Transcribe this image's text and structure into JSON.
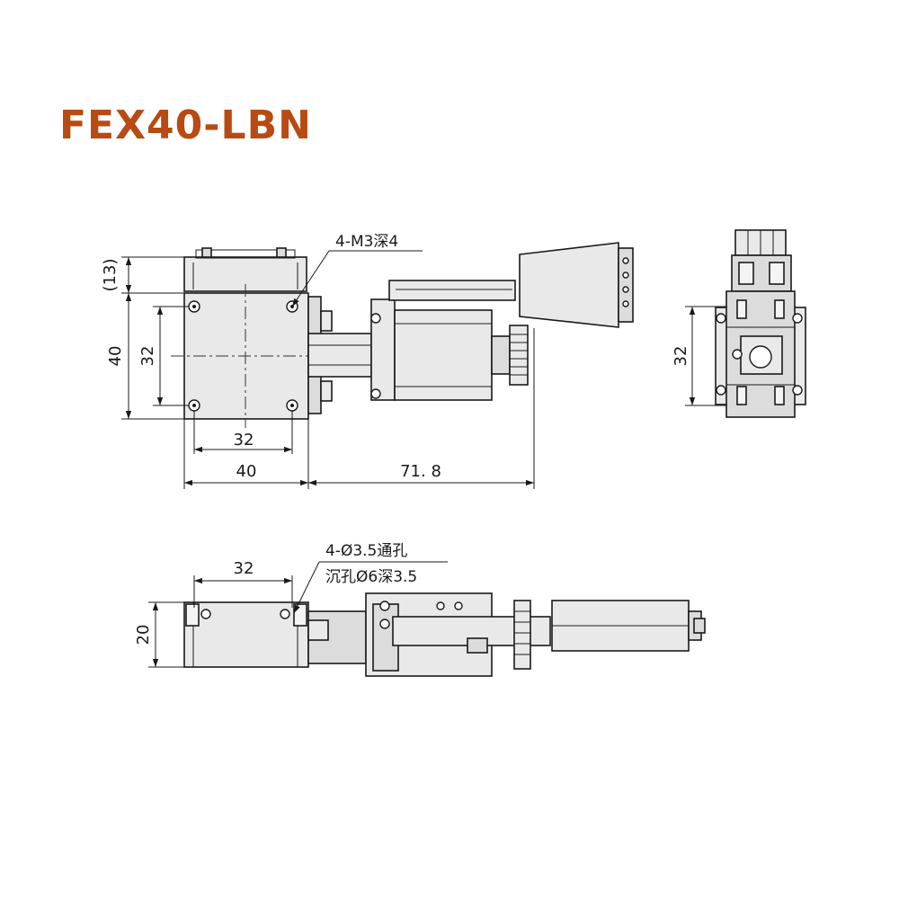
{
  "title": "FEX40-LBN",
  "colors": {
    "title": "#b84a13",
    "line": "#1a1a1a",
    "fill": "#e9e9e9"
  },
  "top_view": {
    "dim_13": "(13)",
    "dim_40_v": "40",
    "dim_32_v": "32",
    "dim_32_h": "32",
    "dim_40_h": "40",
    "dim_718": "71. 8",
    "note_m3": "4-M3深4"
  },
  "side_view": {
    "dim_32_v": "32"
  },
  "front_view": {
    "dim_32_h": "32",
    "dim_20_v": "20",
    "note_hole1": "4-Ø3.5通孔",
    "note_hole2": "沉孔Ø6深3.5"
  }
}
